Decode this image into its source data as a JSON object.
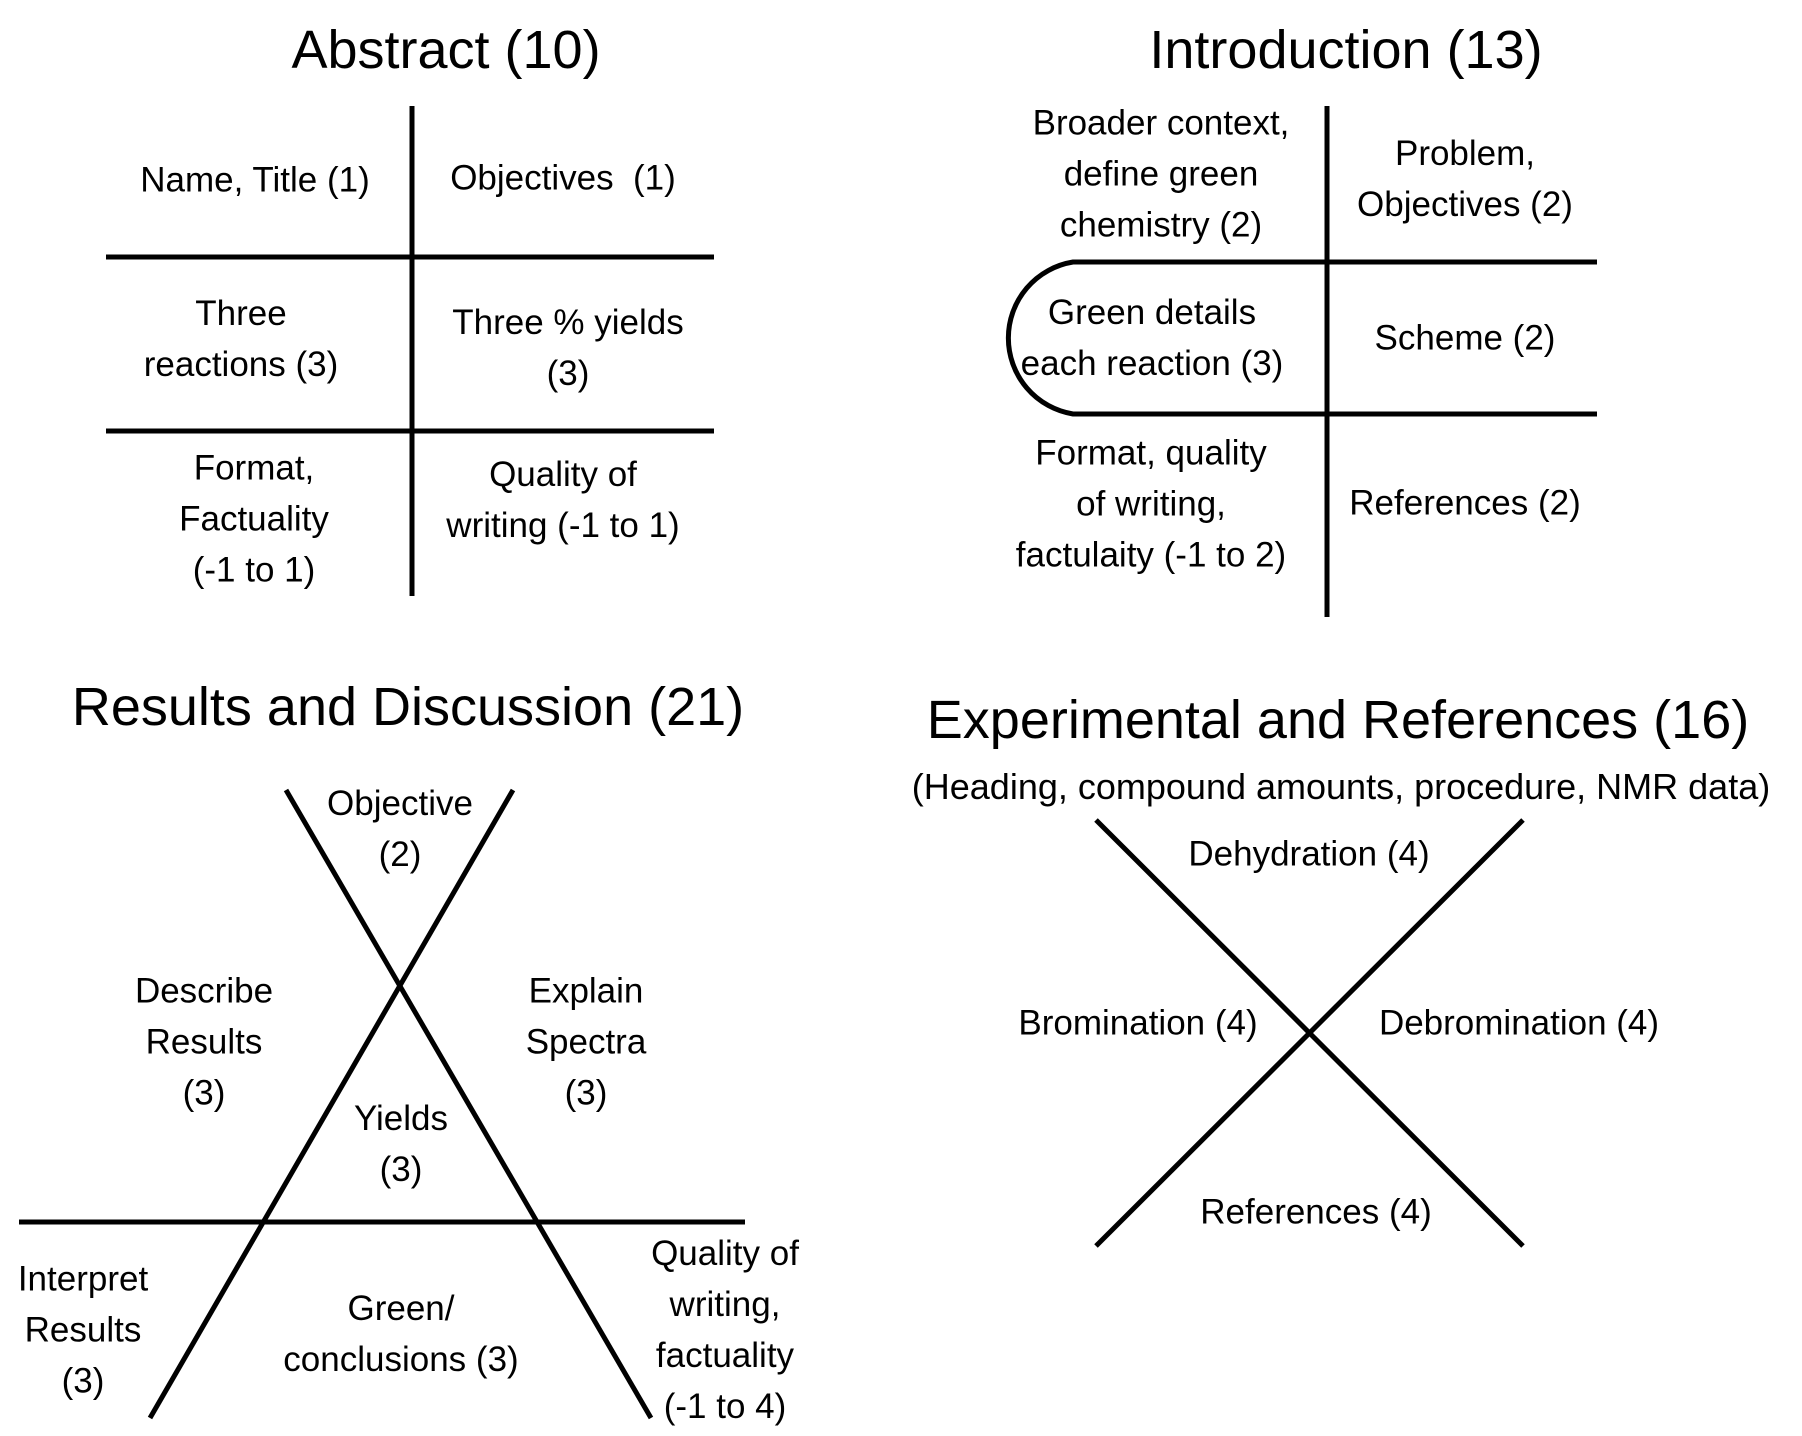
{
  "abstract": {
    "title": "Abstract (10)",
    "cells": {
      "name_title": "Name, Title (1)",
      "objectives": "Objectives  (1)",
      "three_reactions": "Three\nreactions (3)",
      "three_yields": "Three % yields\n(3)",
      "format_factuality": "Format,\nFactuality\n(-1 to 1)",
      "quality_writing": "Quality of\nwriting (-1 to 1)"
    }
  },
  "introduction": {
    "title": "Introduction (13)",
    "cells": {
      "broader_context": "Broader context,\ndefine green\nchemistry (2)",
      "problem_objectives": "Problem,\nObjectives (2)",
      "green_details": "Green details\neach reaction (3)",
      "scheme": "Scheme (2)",
      "format_quality": "Format, quality\nof writing,\nfactulaity (-1 to 2)",
      "references": "References (2)"
    }
  },
  "results": {
    "title": "Results and Discussion (21)",
    "cells": {
      "objective": "Objective\n(2)",
      "describe_results": "Describe\nResults\n(3)",
      "explain_spectra": "Explain\nSpectra\n(3)",
      "yields": "Yields\n(3)",
      "interpret_results": "Interpret\nResults\n(3)",
      "green_conclusions": "Green/\nconclusions (3)",
      "quality_factuality": "Quality of\nwriting,\nfactuality\n(-1 to 4)"
    }
  },
  "experimental": {
    "title": "Experimental and References (16)",
    "subtitle": "(Heading, compound amounts, procedure, NMR data)",
    "cells": {
      "dehydration": "Dehydration (4)",
      "bromination": "Bromination (4)",
      "debromination": "Debromination (4)",
      "references": "References (4)"
    }
  },
  "colors": {
    "line": "#000000",
    "background": "#ffffff"
  }
}
